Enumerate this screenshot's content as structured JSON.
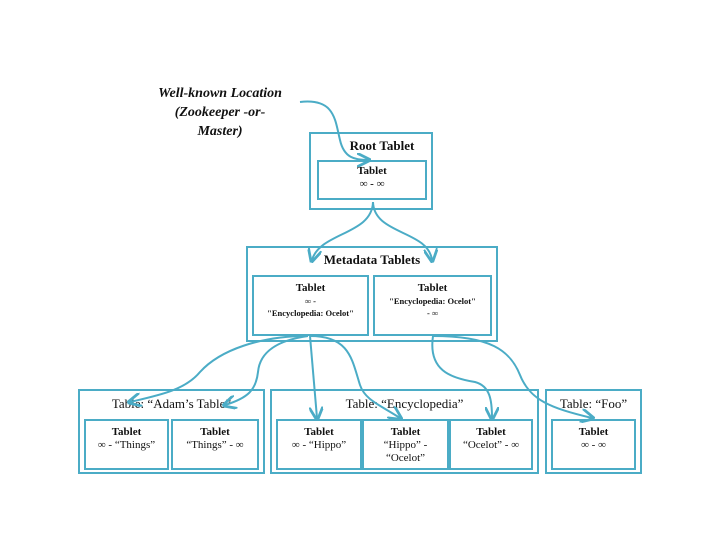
{
  "well_known": {
    "line1": "Well-known Location",
    "line2": "(Zookeeper -or-",
    "line3": "Master)"
  },
  "root": {
    "title": "Root Tablet",
    "tablet": {
      "label": "Tablet",
      "range": "∞ - ∞"
    }
  },
  "metadata": {
    "title": "Metadata Tablets",
    "tablets": [
      {
        "label": "Tablet",
        "range1": "∞ -",
        "range2": "\"Encyclopedia: Ocelot\""
      },
      {
        "label": "Tablet",
        "range1": "\"Encyclopedia: Ocelot\"",
        "range2": "- ∞"
      }
    ]
  },
  "adams": {
    "title": "Table: “Adam’s Table”",
    "tablets": [
      {
        "label": "Tablet",
        "range1": "∞ - “Things”",
        "range2": ""
      },
      {
        "label": "Tablet",
        "range1": "“Things” - ∞",
        "range2": ""
      }
    ]
  },
  "encyclopedia": {
    "title": "Table: “Encyclopedia”",
    "tablets": [
      {
        "label": "Tablet",
        "range1": "∞ - “Hippo”",
        "range2": ""
      },
      {
        "label": "Tablet",
        "range1": "“Hippo” -",
        "range2": "“Ocelot”"
      },
      {
        "label": "Tablet",
        "range1": "“Ocelot” - ∞",
        "range2": ""
      }
    ]
  },
  "foo": {
    "title": "Table: “Foo”",
    "tablets": [
      {
        "label": "Tablet",
        "range1": "∞ - ∞",
        "range2": ""
      }
    ]
  },
  "colors": {
    "accent": "#4bacc6"
  }
}
